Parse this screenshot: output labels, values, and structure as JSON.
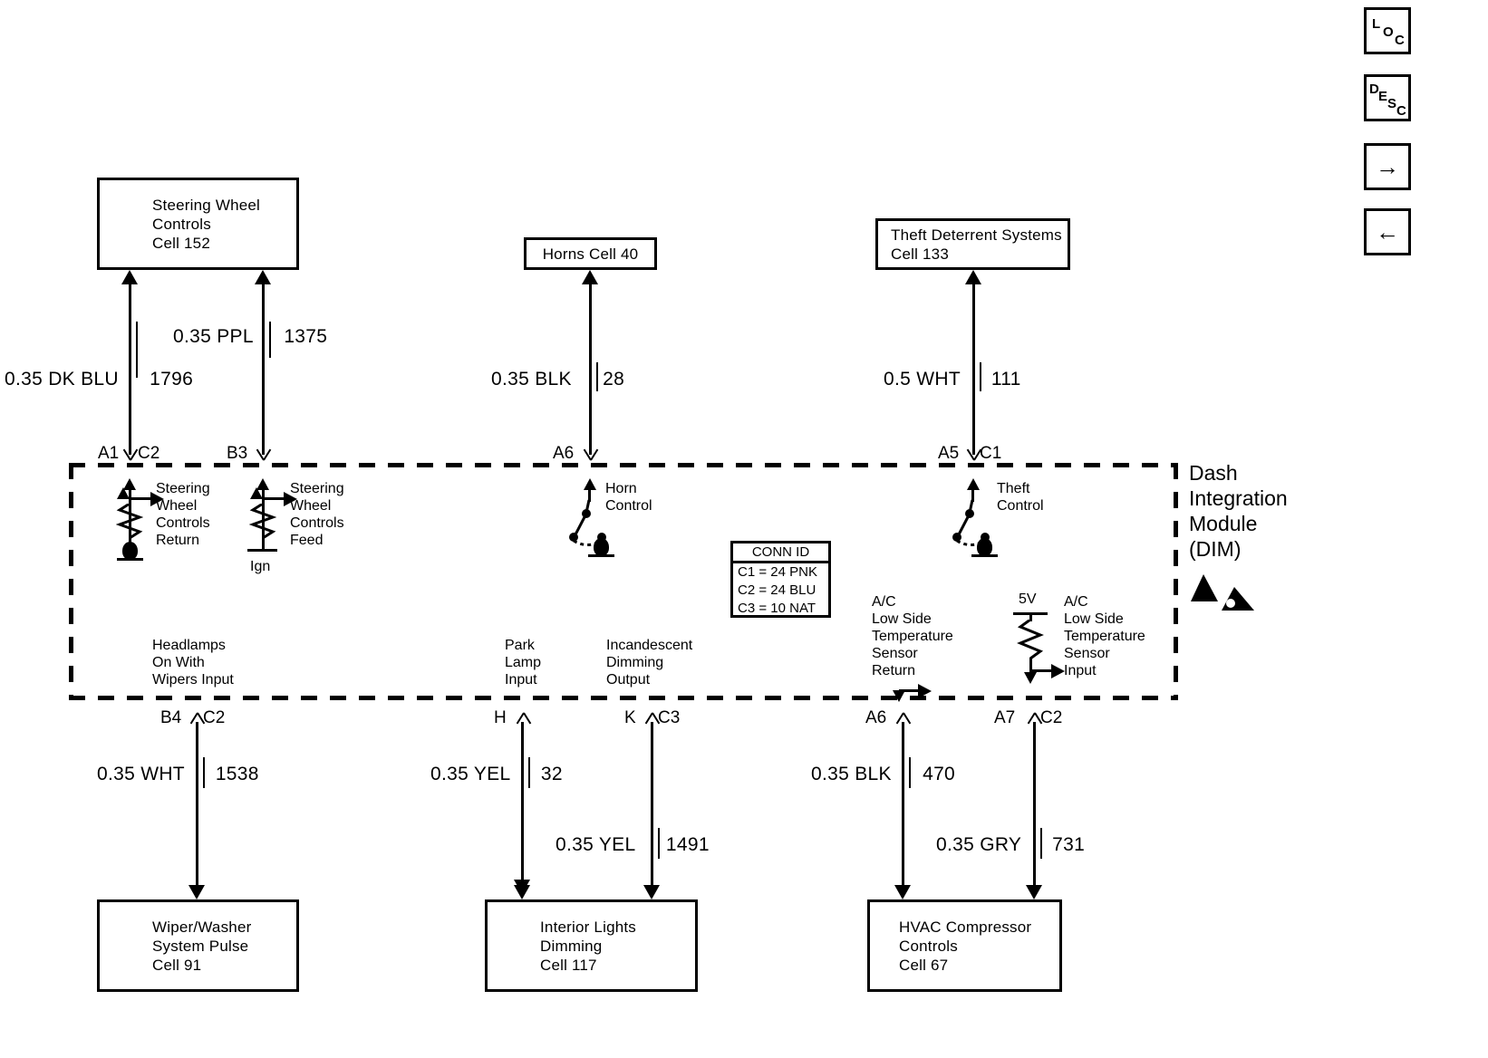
{
  "diagram": {
    "title": "Dash Integration Module (DIM) wiring diagram",
    "module_label": [
      "Dash",
      "Integration",
      "Module",
      "(DIM)"
    ]
  },
  "top_boxes": [
    {
      "name": "steering-wheel-controls",
      "lines": [
        "Steering Wheel",
        "Controls",
        "Cell 152"
      ]
    },
    {
      "name": "horns",
      "lines": [
        "Horns Cell 40"
      ]
    },
    {
      "name": "theft-deterrent-systems",
      "lines": [
        "Theft Deterrent Systems",
        "Cell 133"
      ]
    }
  ],
  "bottom_boxes": [
    {
      "name": "wiper-washer",
      "lines": [
        "Wiper/Washer",
        "System Pulse",
        "Cell 91"
      ]
    },
    {
      "name": "interior-lights",
      "lines": [
        "Interior Lights",
        "Dimming",
        "Cell 117"
      ]
    },
    {
      "name": "hvac-compressor",
      "lines": [
        "HVAC Compressor",
        "Controls",
        "Cell 67"
      ]
    }
  ],
  "top_wires": [
    {
      "name": "wire-1796",
      "label": "0.35 DK BLU",
      "circuit": "1796"
    },
    {
      "name": "wire-1375",
      "label": "0.35 PPL",
      "circuit": "1375"
    },
    {
      "name": "wire-28",
      "label": "0.35 BLK",
      "circuit": "28"
    },
    {
      "name": "wire-111",
      "label": "0.5 WHT",
      "circuit": "111"
    }
  ],
  "bottom_wires": [
    {
      "name": "wire-1538",
      "label": "0.35 WHT",
      "circuit": "1538"
    },
    {
      "name": "wire-32",
      "label": "0.35 YEL",
      "circuit": "32"
    },
    {
      "name": "wire-1491",
      "label": "0.35 YEL",
      "circuit": "1491"
    },
    {
      "name": "wire-470",
      "label": "0.35 BLK",
      "circuit": "470"
    },
    {
      "name": "wire-731",
      "label": "0.35 GRY",
      "circuit": "731"
    }
  ],
  "top_terminals": [
    {
      "name": "terminal-a1-c2",
      "pin": "A1",
      "conn": "C2"
    },
    {
      "name": "terminal-b3",
      "pin": "B3",
      "conn": ""
    },
    {
      "name": "terminal-a6",
      "pin": "A6",
      "conn": ""
    },
    {
      "name": "terminal-a5-c1",
      "pin": "A5",
      "conn": "C1"
    }
  ],
  "bottom_terminals": [
    {
      "name": "terminal-b4-c2",
      "pin": "B4",
      "conn": "C2"
    },
    {
      "name": "terminal-h",
      "pin": "H",
      "conn": ""
    },
    {
      "name": "terminal-k-c3",
      "pin": "K",
      "conn": "C3"
    },
    {
      "name": "terminal-a6-b",
      "pin": "A6",
      "conn": ""
    },
    {
      "name": "terminal-a7-c2",
      "pin": "A7",
      "conn": "C2"
    }
  ],
  "internal_labels": {
    "swc_return": [
      "Steering",
      "Wheel",
      "Controls",
      "Return"
    ],
    "swc_feed": [
      "Steering",
      "Wheel",
      "Controls",
      "Feed"
    ],
    "ign": "Ign",
    "horn_control": [
      "Horn",
      "Control"
    ],
    "theft_control": [
      "Theft",
      "Control"
    ],
    "headlamps": [
      "Headlamps",
      "On With",
      "Wipers Input"
    ],
    "park_lamp": [
      "Park",
      "Lamp",
      "Input"
    ],
    "incandescent": [
      "Incandescent",
      "Dimming",
      "Output"
    ],
    "ac_return": [
      "A/C",
      "Low Side",
      "Temperature",
      "Sensor",
      "Return"
    ],
    "ac_input": [
      "A/C",
      "Low Side",
      "Temperature",
      "Sensor",
      "Input"
    ],
    "supply_5v": "5V"
  },
  "conn_id": {
    "title": "CONN ID",
    "rows": [
      "C1 = 24 PNK",
      "C2 = 24 BLU",
      "C3 = 10 NAT"
    ]
  },
  "toolbar": [
    {
      "name": "loc-button",
      "glyph": "LOC",
      "kind": "stacked"
    },
    {
      "name": "desc-button",
      "glyph": "DESC",
      "kind": "stacked"
    },
    {
      "name": "next-button",
      "glyph": "→",
      "kind": "arrow"
    },
    {
      "name": "prev-button",
      "glyph": "←",
      "kind": "arrow"
    }
  ],
  "colors": {
    "ink": "#000000",
    "paper": "#ffffff"
  }
}
